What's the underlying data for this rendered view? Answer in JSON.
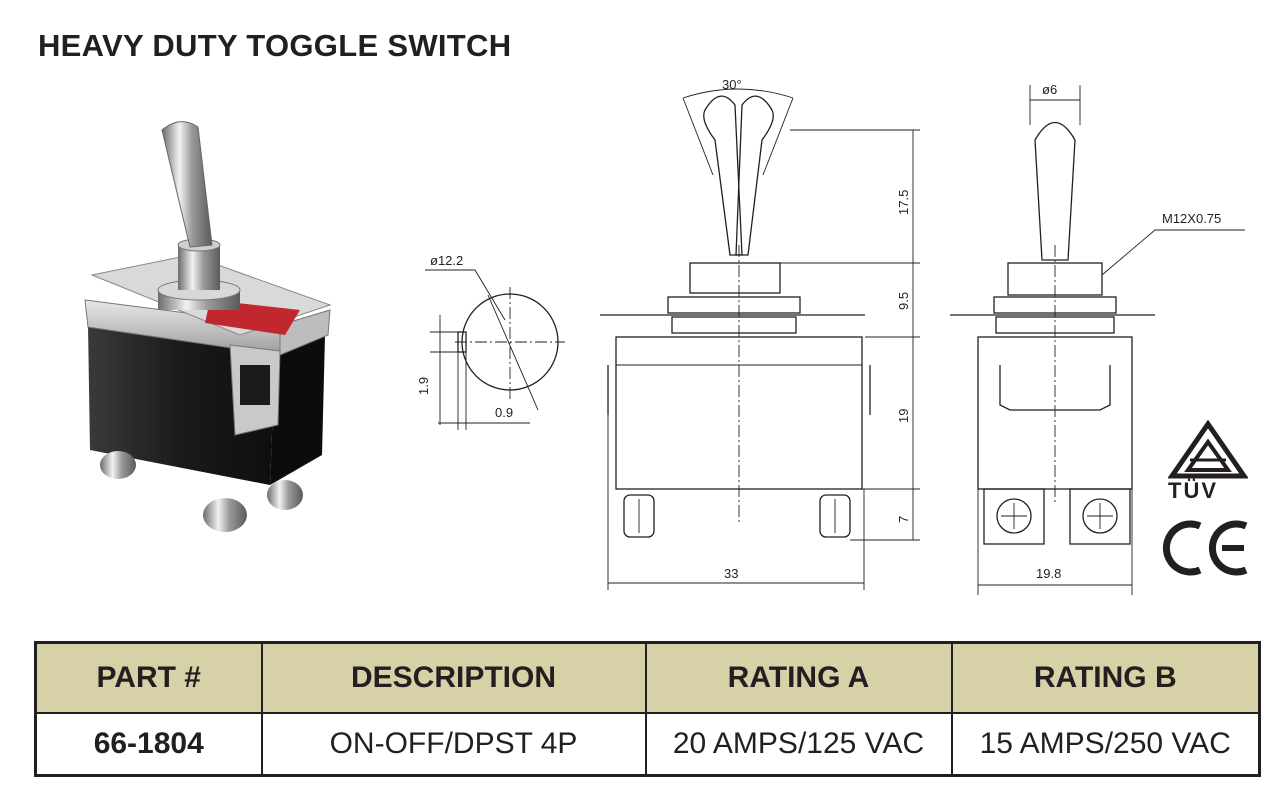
{
  "title": "HEAVY DUTY TOGGLE SWITCH",
  "dimensions": {
    "angle": "30°",
    "hole_dia": "ø12.2",
    "key_height": "1.9",
    "key_width": "0.9",
    "lever_length": "17.5",
    "bushing_height": "9.5",
    "body_height": "19",
    "terminal_height": "7",
    "body_length": "33",
    "lever_dia": "ø6",
    "thread": "M12X0.75",
    "body_width": "19.8"
  },
  "certifications": {
    "tuv": "TÜV",
    "ce": "CE"
  },
  "table": {
    "headers": [
      "PART #",
      "DESCRIPTION",
      "RATING A",
      "RATING B"
    ],
    "row": [
      "66-1804",
      "ON-OFF/DPST 4P",
      "20 AMPS/125 VAC",
      "15 AMPS/250 VAC"
    ]
  },
  "colors": {
    "header_bg": "#d6d1a7",
    "ink": "#231f20",
    "label_red": "#c0282d"
  }
}
